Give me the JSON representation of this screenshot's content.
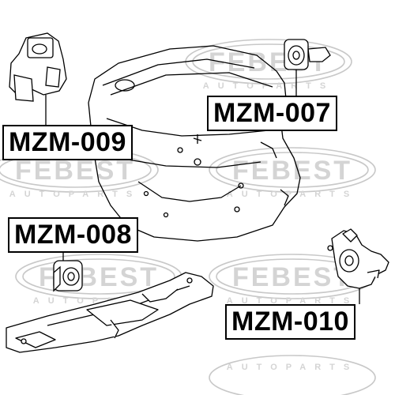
{
  "watermark": {
    "brand": "FEBEST",
    "tagline": "AUTOPARTS"
  },
  "parts": [
    {
      "id": "p007",
      "label": "MZM-007"
    },
    {
      "id": "p009",
      "label": "MZM-009"
    },
    {
      "id": "p008",
      "label": "MZM-008"
    },
    {
      "id": "p010",
      "label": "MZM-010"
    }
  ],
  "colors": {
    "line": "#000000",
    "watermark": "#d0d0d0",
    "background": "#ffffff"
  }
}
